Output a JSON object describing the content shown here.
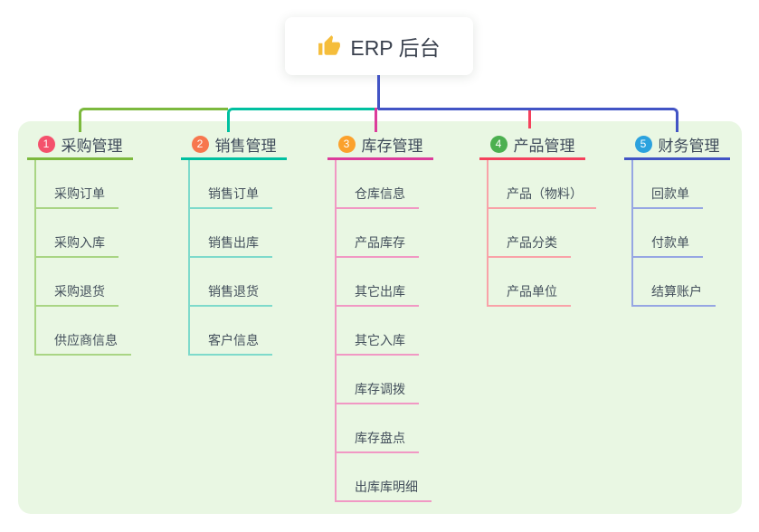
{
  "root": {
    "title": "ERP 后台",
    "icon": "thumbs-up",
    "icon_color": "#F5BD3B"
  },
  "panel": {
    "background": "#E9F7E3"
  },
  "connector": {
    "root_line_color": "#4254C5"
  },
  "branches": [
    {
      "number": "1",
      "title": "采购管理",
      "badge_color": "#F4516C",
      "line_color": "#7CB93E",
      "light_color": "#A9D584",
      "items": [
        "采购订单",
        "采购入库",
        "采购退货",
        "供应商信息"
      ]
    },
    {
      "number": "2",
      "title": "销售管理",
      "badge_color": "#F7774E",
      "line_color": "#00C0A0",
      "light_color": "#7EDACB",
      "items": [
        "销售订单",
        "销售出库",
        "销售退货",
        "客户信息"
      ]
    },
    {
      "number": "3",
      "title": "库存管理",
      "badge_color": "#FBA12C",
      "line_color": "#DC3C9B",
      "light_color": "#F198C4",
      "items": [
        "仓库信息",
        "产品库存",
        "其它出库",
        "其它入库",
        "库存调拨",
        "库存盘点",
        "出库库明细"
      ]
    },
    {
      "number": "4",
      "title": "产品管理",
      "badge_color": "#4CB050",
      "line_color": "#F5415C",
      "light_color": "#F9A2A8",
      "items": [
        "产品（物料）",
        "产品分类",
        "产品单位"
      ]
    },
    {
      "number": "5",
      "title": "财务管理",
      "badge_color": "#2BA2DE",
      "line_color": "#4254C5",
      "light_color": "#96A6E3",
      "items": [
        "回款单",
        "付款单",
        "结算账户"
      ]
    }
  ]
}
